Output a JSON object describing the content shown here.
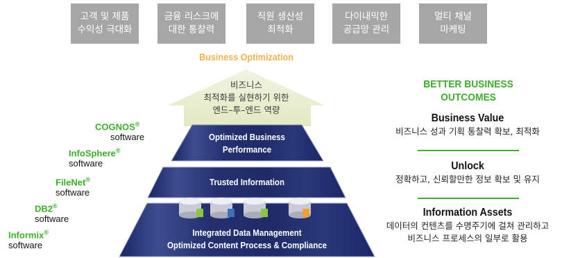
{
  "top_boxes": [
    {
      "line1": "고객 및 제품",
      "line2": "수익성 극대화"
    },
    {
      "line1": "금융 리스크에",
      "line2": "대한 통찰력"
    },
    {
      "line1": "직원 생산성",
      "line2": "최적화"
    },
    {
      "line1": "다이내믹한",
      "line2": "공급망 관리"
    },
    {
      "line1": "멀티 채널",
      "line2": "마케팅"
    }
  ],
  "arrow": {
    "label": "Business Optimization",
    "text_line1": "비즈니스",
    "text_line2": "최적화를 실현하기 위한",
    "text_line3": "엔드–투–엔드 역량"
  },
  "layers": {
    "top": {
      "line1": "Optimized Business",
      "line2": "Performance"
    },
    "middle": {
      "line1": "Trusted Information"
    },
    "bottom": {
      "line1": "Integrated Data Management",
      "line2": "Optimized Content Process & Compliance"
    }
  },
  "software": [
    {
      "name": "COGNOS",
      "mark": "®",
      "sub": "software"
    },
    {
      "name": "InfoSphere",
      "mark": "®",
      "sub": "software"
    },
    {
      "name": "FileNet",
      "mark": "®",
      "sub": "software"
    },
    {
      "name": "DB2",
      "mark": "®",
      "sub": "software"
    },
    {
      "name": "Informix",
      "mark": "®",
      "sub": "software"
    }
  ],
  "outcomes": {
    "title_line1": "BETTER BUSINESS",
    "title_line2": "OUTCOMES",
    "items": [
      {
        "heading": "Business Value",
        "desc_line1": "비즈니스 성과 기획 통찰력 확보, 최적화",
        "desc_line2": ""
      },
      {
        "heading": "Unlock",
        "desc_line1": "정확하고, 신뢰할만한 정보 확보 및 유지",
        "desc_line2": ""
      },
      {
        "heading": "Information Assets",
        "desc_line1": "데이터의 컨텐츠를 수명주기에 걸쳐 관리하고",
        "desc_line2": "비즈니스 프로세스의 일부로 활용"
      }
    ]
  },
  "colors": {
    "box_gray": "#a6a6a6",
    "arrow_fill": "#e9eed0",
    "layer_navy": "#1f2c6d",
    "accent_green": "#3cae2a",
    "label_orange": "#f0b44c"
  }
}
